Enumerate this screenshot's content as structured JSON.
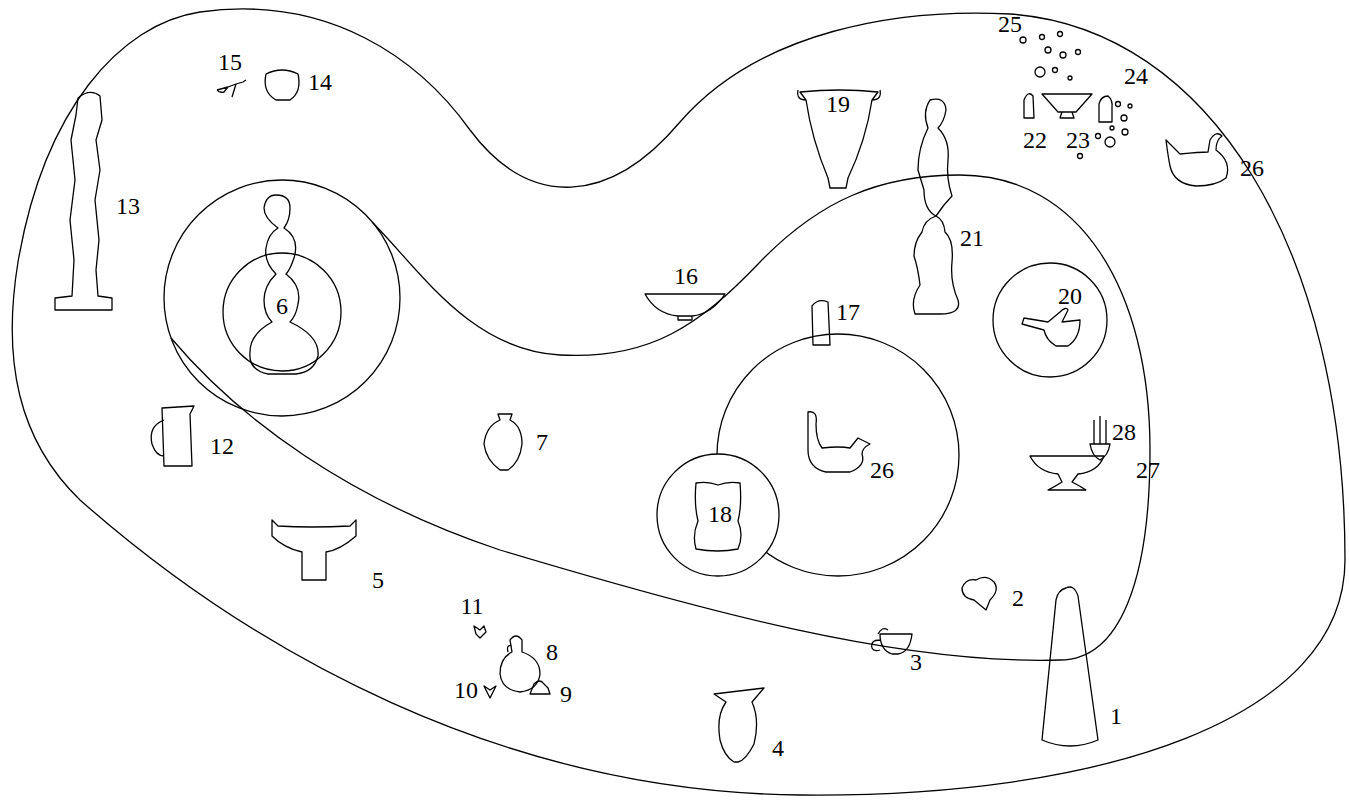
{
  "diagram": {
    "nodes": [
      {
        "text": [
          "6"
        ]
      },
      {
        "text": [
          "20"
        ]
      },
      {
        "text": [
          "26"
        ]
      },
      {
        "text": [
          "18"
        ]
      }
    ],
    "labels": [
      "13",
      "15",
      "14",
      "19",
      "25",
      "24",
      "22",
      "23",
      "26",
      "21",
      "16",
      "17",
      "12",
      "7",
      "28",
      "27",
      "5",
      "2",
      "3",
      "11",
      "8",
      "10",
      "9",
      "1",
      "4"
    ]
  }
}
